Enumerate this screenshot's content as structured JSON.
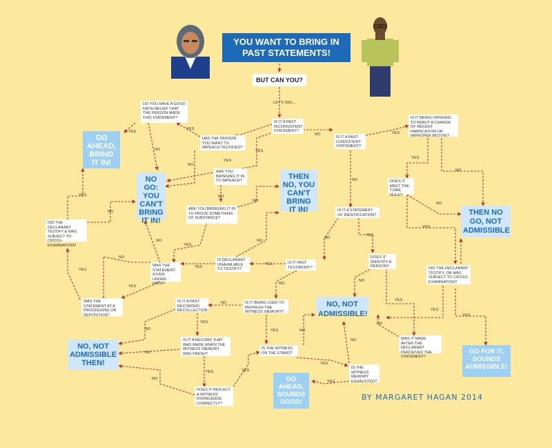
{
  "title": "YOU WANT TO BRING IN PAST STATEMENTS!",
  "subtitle": "BUT CAN YOU?",
  "lets_see": "LET'S SEE...",
  "signature": "BY MARGARET HAGAN 2014",
  "colors": {
    "background": "#fde99d",
    "title_bg": "#1d6ab8",
    "outcome_bg": "#cfe7f8",
    "outcome_text": "#1d6ab8",
    "arrow": "#b5343a"
  },
  "icons": [
    "woman-lawyer-illustration",
    "man-illustration"
  ],
  "questions": {
    "q_good_faith": "DO YOU HAVE A GOOD FAITH BELIEF THAT THE PERSON MADE THIS STATEMENT?",
    "q_inconsistent": "IS IT A PAST INCONSISTENT STATEMENT?",
    "q_impeach_testified": "HAS THE PERSON YOU WANT TO IMPEACH TESTIFIED?",
    "q_consistent": "IS IT A PAST CONSISTENT STATEMENT?",
    "q_rebut": "IS IT BEING OFFERED TO REBUT A CHARGE OF RECENT FABRICATION OR IMPROPER MOTIVE?",
    "q_bringing_impeach": "ARE YOU BRINGING IT IN TO IMPEACH?",
    "q_tome": "DOES IT MEET THE TOME RULE?",
    "q_prove_substance": "ARE YOU BRINGING IT IN TO PROVE SOMETHING OF SUBSTANCE?",
    "q_declarant_testify": "DID THE DECLARANT TESTIFY & WAS SUBJECT TO CROSS-EXAMINATION?",
    "q_identification": "IS IT A STATEMENT OF IDENTIFICATION?",
    "q_identify_person": "DOES IT IDENTIFY A PERSON?",
    "q_unavailable": "IS DECLARANT UNAVAILABLE TO TESTIFY?",
    "q_past_testimony": "IS IT PAST TESTIMONY?",
    "q_under_oath": "WAS THE STATEMENT GIVEN UNDER OATH?",
    "q_declarant_cross": "DID THE DECLARANT TESTIFY, OR WAS SUBJECT TO CROSS-EXAMINATION?",
    "q_proceeding": "WAS THE STATEMENT AT A PROCEEDING OR DEPOSITION?",
    "q_recorded": "IS IT A PAST RECORDED RECOLLECTION",
    "q_refresh": "IS IT BEING USED TO REFRESH THE WITNESS' MEMORY?",
    "q_record_fresh": "IS IT A RECORD THAT WAS MADE WHEN THE WITNESS' MEMORY WAS FRESH?",
    "q_after_perceived": "WAS IT MADE AFTER THE DECLARANT PERCEIVED THE STATEMENT?",
    "q_on_stand": "IS THE WITNESS ON THE STAND?",
    "q_memory_exhausted": "IS THE WITNESS MEMORY EXHAUSTED?",
    "q_reflect_knowledge": "DOES IT REFLECT A WITNESS' KNOWLEDGE CORRECTLY?"
  },
  "outcomes": {
    "go_ahead_bring": "GO AHEAD, BRING IT IN!",
    "no_go": "NO GO: YOU CAN'T BRING IT IN!",
    "then_no": "THEN NO, YOU CAN'T BRING IT IN!",
    "then_no_go": "THEN NO GO, NOT ADMISSIBLE",
    "no_admissible": "NO, NOT ADMISSIBLE!",
    "no_admissible_then": "NO, NOT ADMISSIBLE THEN!",
    "go_ahead_sounds": "GO AHEAD, SOUNDS GOOD!",
    "go_for_it": "GO FOR IT, SOUNDS ADMISSIBLE!"
  },
  "edge_labels": {
    "yes": "YES",
    "no": "NO"
  }
}
